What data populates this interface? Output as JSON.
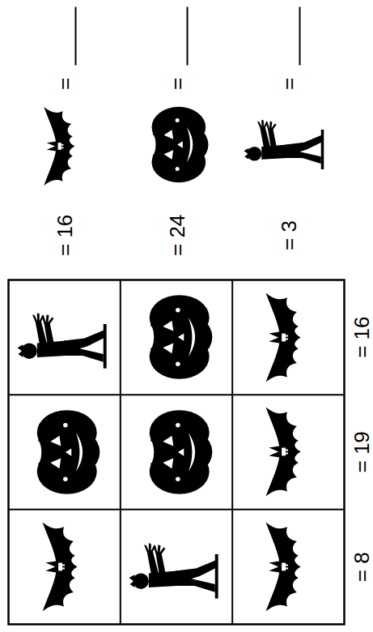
{
  "diagram": {
    "labels": [
      "= 16",
      "= 24",
      "= 3",
      "= 8",
      "= 19",
      "= 16",
      "=",
      "=",
      "="
    ]
  }
}
